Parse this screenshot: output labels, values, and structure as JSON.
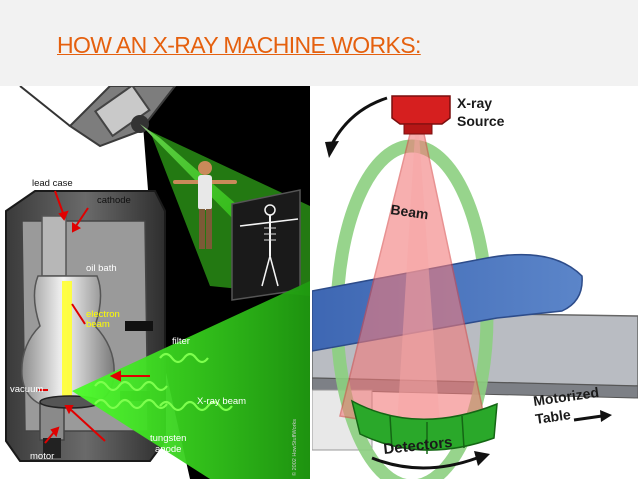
{
  "slide": {
    "title": "HOW AN X-RAY MACHINE WORKS:",
    "accent_color": "#e5600e"
  },
  "left_diagram": {
    "labels": {
      "lead_case": "lead case",
      "cathode": "cathode",
      "oil_bath": "oil bath",
      "electron_beam_1": "electron",
      "electron_beam_2": "beam",
      "vacuum": "vacuum",
      "filter": "filter",
      "xray_beam": "X-ray beam",
      "motor": "motor",
      "tungsten_anode_1": "tungsten",
      "tungsten_anode_2": "anode",
      "copyright": "© 2002 HowStuffWorks"
    },
    "colors": {
      "beam": "#39ff14",
      "electron_beam": "#ffff33",
      "label_highlight": "#ffff00"
    }
  },
  "right_diagram": {
    "labels": {
      "xray_source_1": "X-ray",
      "xray_source_2": "Source",
      "beam": "Beam",
      "detectors": "Detectors",
      "motorized_1": "Motorized",
      "motorized_2": "Table"
    },
    "colors": {
      "source": "#d61f1f",
      "beam": "#f07a7a",
      "ring": "#7bc96f",
      "detectors": "#2aa82a",
      "patient": "#4a73b8",
      "table": "#b5b8be"
    }
  }
}
